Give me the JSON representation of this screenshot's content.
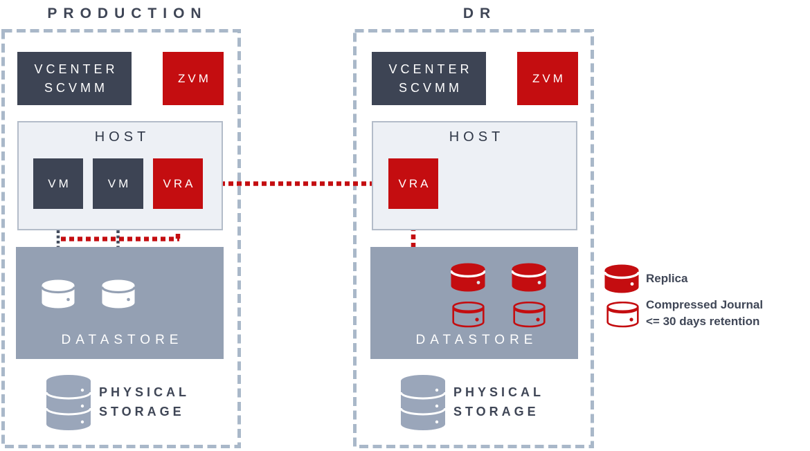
{
  "colors": {
    "accent_red": "#c40d10",
    "slate_box": "#3d4454",
    "host_bg": "#edf0f5",
    "host_border": "#b3bcc9",
    "datastore_bg": "#94a0b3",
    "dashed_region_border": "#a9b8c9",
    "physical_storage_icon": "#9aa6ba",
    "dark_text": "#3f4656",
    "write_arrow_gray": "#454d5e"
  },
  "production": {
    "title": "PRODUCTION",
    "vcenter_line1": "VCENTER",
    "vcenter_line2": "SCVMM",
    "zvm_label": "ZVM",
    "host_label": "HOST",
    "vm_labels": [
      "VM",
      "VM"
    ],
    "vra_label": "VRA",
    "datastore_label": "DATASTORE",
    "storage_line1": "PHYSICAL",
    "storage_line2": "STORAGE"
  },
  "dr": {
    "title": "DR",
    "vcenter_line1": "VCENTER",
    "vcenter_line2": "SCVMM",
    "zvm_label": "ZVM",
    "host_label": "HOST",
    "vra_label": "VRA",
    "datastore_label": "DATASTORE",
    "storage_line1": "PHYSICAL",
    "storage_line2": "STORAGE"
  },
  "legend": {
    "replica_label": "Replica",
    "journal_label_line1": "Compressed Journal",
    "journal_label_line2": "<= 30 days retention"
  },
  "icons": {
    "white_cylinder": "datastore-disk-icon",
    "red_cylinder": "replica-disk-icon",
    "journal_cylinder": "compressed-journal-disk-icon",
    "storage_stack": "physical-storage-icon"
  }
}
